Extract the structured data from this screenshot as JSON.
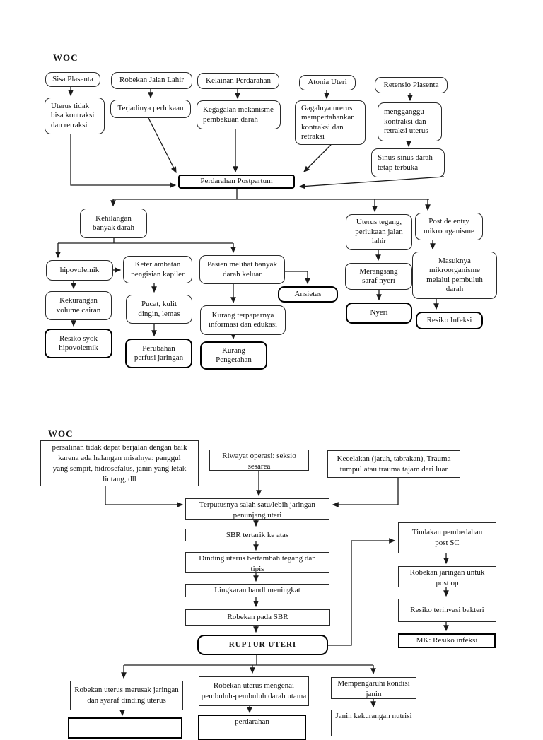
{
  "colors": {
    "ink": "#1a1a1a",
    "page_background": "#ffffff"
  },
  "diagram1": {
    "title": "WOC",
    "nodes": {
      "sisa_plasenta": "Sisa Plasenta",
      "robekan_jalan_lahir": "Robekan Jalan Lahir",
      "kelainan_perdarahan": "Kelainan Perdarahan",
      "atonia_uteri": "Atonia Uteri",
      "retensio_plasenta": "Retensio Plasenta",
      "uterus_tidak": "Uterus tidak\nbisa kontraksi\ndan retraksi",
      "terjadinya_perlukaan": "Terjadinya perlukaan",
      "kegagalan_mekanisme": "Kegagalan mekanisme\npembekuan darah",
      "gagalnya_uterus": "Gagalnya urerus\nmempertahankan\nkontraksi dan\nretraksi",
      "mengganggu_kontraksi": "mengganggu\nkontraksi dan\nretraksi uterus",
      "sinus_sinus": "Sinus-sinus darah\ntetap terbuka",
      "perdarahan_postpartum": "Perdarahan Postpartum",
      "kehilangan": "Kehilangan\nbanyak darah",
      "hipovolemik": "hipovolemik",
      "keterlambatan": "Keterlambatan\npengisian kapiler",
      "pasien_melihat": "Pasien melihat banyak\ndarah keluar",
      "ansietas": "Ansietas",
      "kekurangan_volume": "Kekurangan\nvolume cairan",
      "pucat": "Pucat, kulit\ndingin, lemas",
      "kurang_terpapar": "Kurang terpaparnya\ninformasi dan edukasi",
      "resiko_syok": "Resiko syok\nhipovolemik",
      "perubahan_perfusi": "Perubahan\nperfusi jaringan",
      "kurang_pengetahan": "Kurang\nPengetahan",
      "uterus_tegang": "Uterus tegang,\nperlukaan jalan\nlahir",
      "post_de_entry": "Post de entry\nmikroorganisme",
      "merangsang": "Merangsang\nsaraf nyeri",
      "masuknya": "Masuknya\nmikroorganisme\nmelalui pembuluh\ndarah",
      "nyeri": "Nyeri",
      "resiko_infeksi": "Resiko Infeksi"
    }
  },
  "diagram2": {
    "title": "WOC",
    "nodes": {
      "persalinan": "persalinan tidak dapat berjalan dengan baik\nkarena ada halangan misalnya: panggul\nyang sempit, hidrosefalus, janin yang letak\nlintang, dll",
      "riwayat_operasi": "Riwayat operasi: seksio\nsesarea",
      "kecelakan": "Kecelakan (jatuh, tabrakan), Trauma\ntumpul atau trauma tajam dari luar",
      "terputusnya": "Terputusnya salah satu/lebih jaringan\npenunjang uteri",
      "sbr_tertarik": "SBR tertarik ke atas",
      "dinding_uterus": "Dinding uterus bertambah tegang dan\ntipis",
      "lingkaran_bandl": "Lingkaran bandl meningkat",
      "robekan_sbr": "Robekan pada SBR",
      "ruptur_uteri": "RUPTUR UTERI",
      "tindakan": "Tindakan pembedahan\npost SC",
      "robekan_jaringan": "Robekan jaringan untuk\npost op",
      "resiko_bakteri": "Resiko terinvasi bakteri",
      "mk_resiko_infeksi": "MK: Resiko infeksi",
      "robekan_merusak": "Robekan uterus merusak jaringan\ndan syaraf dinding uterus",
      "robekan_mengenai": "Robekan uterus mengenai\npembuluh-pembuluh darah utama",
      "mempengaruhi": "Mempengaruhi kondisi\njanin",
      "janin_kekurangan": "Janin kekurangan nutrisi",
      "perdarahan": "perdarahan"
    }
  }
}
